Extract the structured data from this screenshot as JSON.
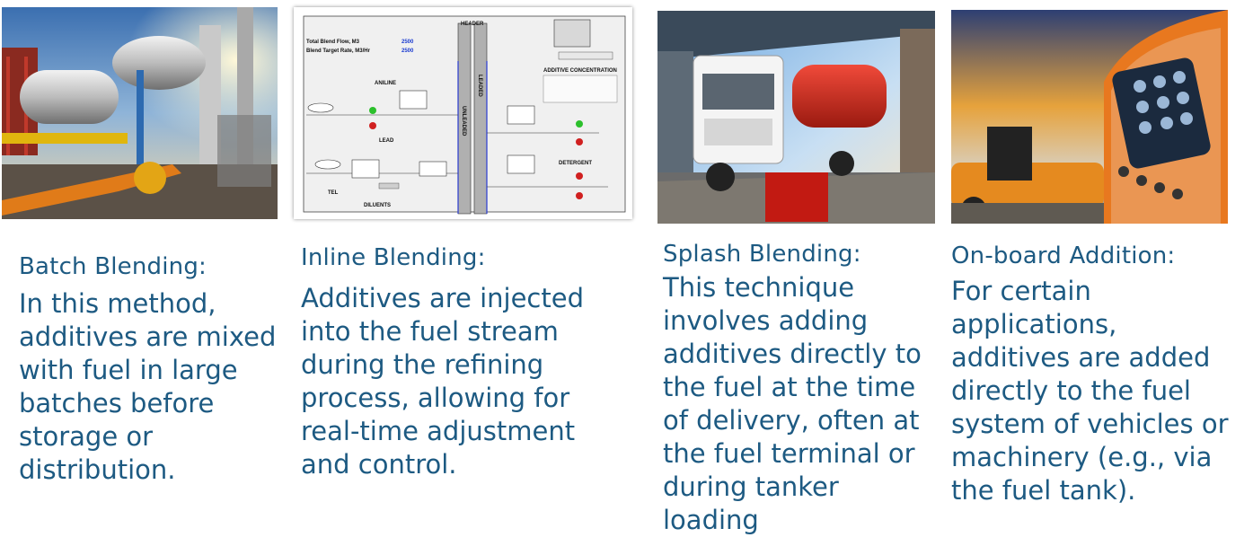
{
  "columns": [
    {
      "heading": "Batch Blending:",
      "body": "In this method, additives are mixed with fuel in large batches before storage or distribution."
    },
    {
      "heading": "Inline Blending:",
      "body": "Additives are injected into the fuel stream during the refining process, allowing for real-time adjustment and control."
    },
    {
      "heading": "Splash Blending:",
      "body": "This technique involves adding additives directly to the fuel at the time of delivery, often at the fuel terminal or during tanker loading"
    },
    {
      "heading": "On-board Addition:",
      "body": "For certain applications, additives are added directly to the fuel system of vehicles or machinery (e.g., via the fuel tank)."
    }
  ],
  "diagram": {
    "flow_label_1": "Total Blend Flow, M3",
    "flow_label_2": "Blend Target Rate, M3/Hr",
    "flow_value_1": "2500",
    "flow_value_2": "2500",
    "header": "HEADER",
    "unleaded": "UNLEADED",
    "leaded": "LEADED",
    "aniline": "ANILINE",
    "lead": "LEAD",
    "tel": "TEL",
    "diluents": "DILUENTS",
    "detergent": "DETERGENT",
    "concentration": "ADDITIVE CONCENTRATION"
  },
  "colors": {
    "text": "#1d5a82"
  }
}
